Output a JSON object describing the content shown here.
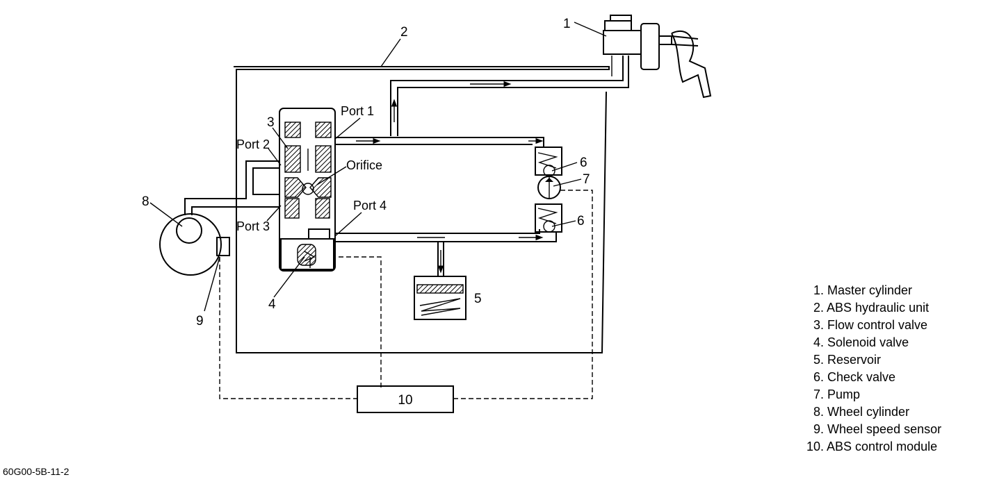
{
  "diagram": {
    "callouts": [
      "1",
      "2",
      "3",
      "4",
      "5",
      "6",
      "7",
      "8",
      "9",
      "10"
    ],
    "ports": {
      "port1": "Port 1",
      "port2": "Port 2",
      "port3": "Port 3",
      "port4": "Port 4",
      "orifice": "Orifice"
    },
    "control_module_label": "10"
  },
  "legend": [
    "1. Master cylinder",
    "2. ABS hydraulic unit",
    "3. Flow control valve",
    "4. Solenoid valve",
    "5. Reservoir",
    "6. Check valve",
    "7. Pump",
    "8. Wheel cylinder",
    "9. Wheel speed sensor",
    "10. ABS control module"
  ],
  "figure_code": "60G00-5B-11-2"
}
